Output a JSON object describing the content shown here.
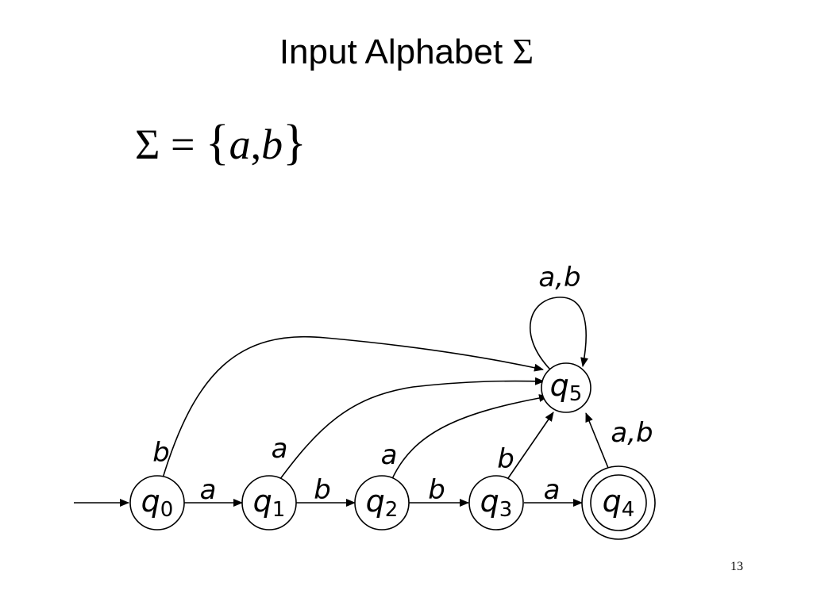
{
  "title": {
    "text": "Input Alphabet",
    "symbol": "Σ"
  },
  "formula": {
    "lhs": "Σ",
    "eq": "=",
    "open": "{",
    "a": "a",
    "comma": ",",
    "b": "b",
    "close": "}"
  },
  "states": [
    {
      "id": "q0",
      "label": "q",
      "sub": "0"
    },
    {
      "id": "q1",
      "label": "q",
      "sub": "1"
    },
    {
      "id": "q2",
      "label": "q",
      "sub": "2"
    },
    {
      "id": "q3",
      "label": "q",
      "sub": "3"
    },
    {
      "id": "q4",
      "label": "q",
      "sub": "4",
      "accepting": true
    },
    {
      "id": "q5",
      "label": "q",
      "sub": "5"
    }
  ],
  "transitions": [
    {
      "from": "q0",
      "to": "q1",
      "label": "a"
    },
    {
      "from": "q1",
      "to": "q2",
      "label": "b"
    },
    {
      "from": "q2",
      "to": "q3",
      "label": "b"
    },
    {
      "from": "q3",
      "to": "q4",
      "label": "a"
    },
    {
      "from": "q0",
      "to": "q5",
      "label": "b"
    },
    {
      "from": "q1",
      "to": "q5",
      "label": "a"
    },
    {
      "from": "q2",
      "to": "q5",
      "label": "a"
    },
    {
      "from": "q3",
      "to": "q5",
      "label": "b"
    },
    {
      "from": "q4",
      "to": "q5",
      "label": "a,b"
    },
    {
      "from": "q5",
      "to": "q5",
      "label": "a,b"
    }
  ],
  "initial_state": "q0",
  "page_number": "13"
}
